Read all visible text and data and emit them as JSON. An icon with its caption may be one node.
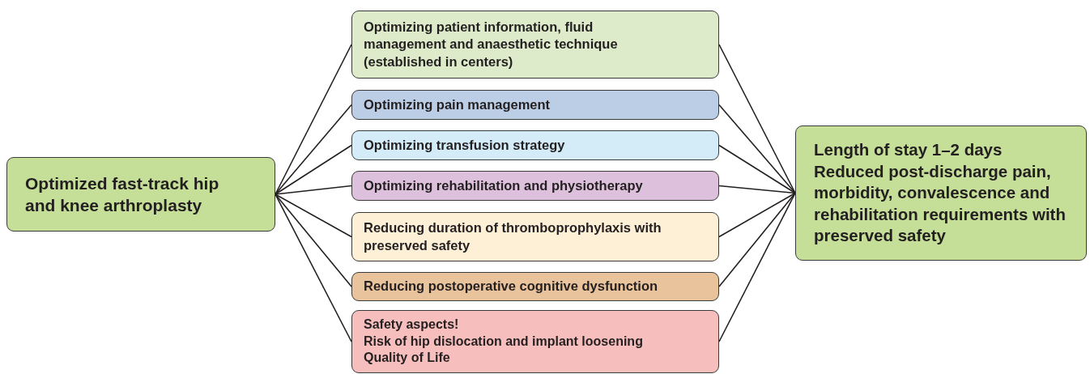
{
  "diagram": {
    "nodes": [
      {
        "text": [
          "Optimized fast-track hip and knee arthroplasty"
        ]
      },
      {
        "text": [
          "Optimizing patient information, fluid management and anaesthetic technique (established in centers)"
        ]
      },
      {
        "text": [
          "Optimizing pain management"
        ]
      },
      {
        "text": [
          "Optimizing transfusion strategy"
        ]
      },
      {
        "text": [
          "Optimizing rehabilitation and physiotherapy"
        ]
      },
      {
        "text": [
          "Reducing duration of thromboprophylaxis with preserved safety"
        ]
      },
      {
        "text": [
          "Reducing postoperative cognitive dysfunction"
        ]
      },
      {
        "text": [
          "Safety aspects!",
          "Risk of hip dislocation and implant loosening",
          "Quality of Life"
        ]
      },
      {
        "text": [
          "Length of stay 1–2 days",
          "Reduced post-discharge pain, morbidity, convalescence and rehabilitation requirements with preserved safety"
        ]
      }
    ],
    "edges": [
      {
        "from": 0,
        "to": 1,
        "arrow": "none"
      },
      {
        "from": 0,
        "to": 2,
        "arrow": "none"
      },
      {
        "from": 0,
        "to": 3,
        "arrow": "none"
      },
      {
        "from": 0,
        "to": 4,
        "arrow": "none"
      },
      {
        "from": 0,
        "to": 5,
        "arrow": "none"
      },
      {
        "from": 0,
        "to": 6,
        "arrow": "none"
      },
      {
        "from": 0,
        "to": 7,
        "arrow": "none"
      },
      {
        "from": 1,
        "to": 8,
        "arrow": "none"
      },
      {
        "from": 2,
        "to": 8,
        "arrow": "none"
      },
      {
        "from": 3,
        "to": 8,
        "arrow": "none"
      },
      {
        "from": 4,
        "to": 8,
        "arrow": "none"
      },
      {
        "from": 5,
        "to": 8,
        "arrow": "none"
      },
      {
        "from": 6,
        "to": 8,
        "arrow": "none"
      },
      {
        "from": 7,
        "to": 8,
        "arrow": "none"
      }
    ]
  }
}
